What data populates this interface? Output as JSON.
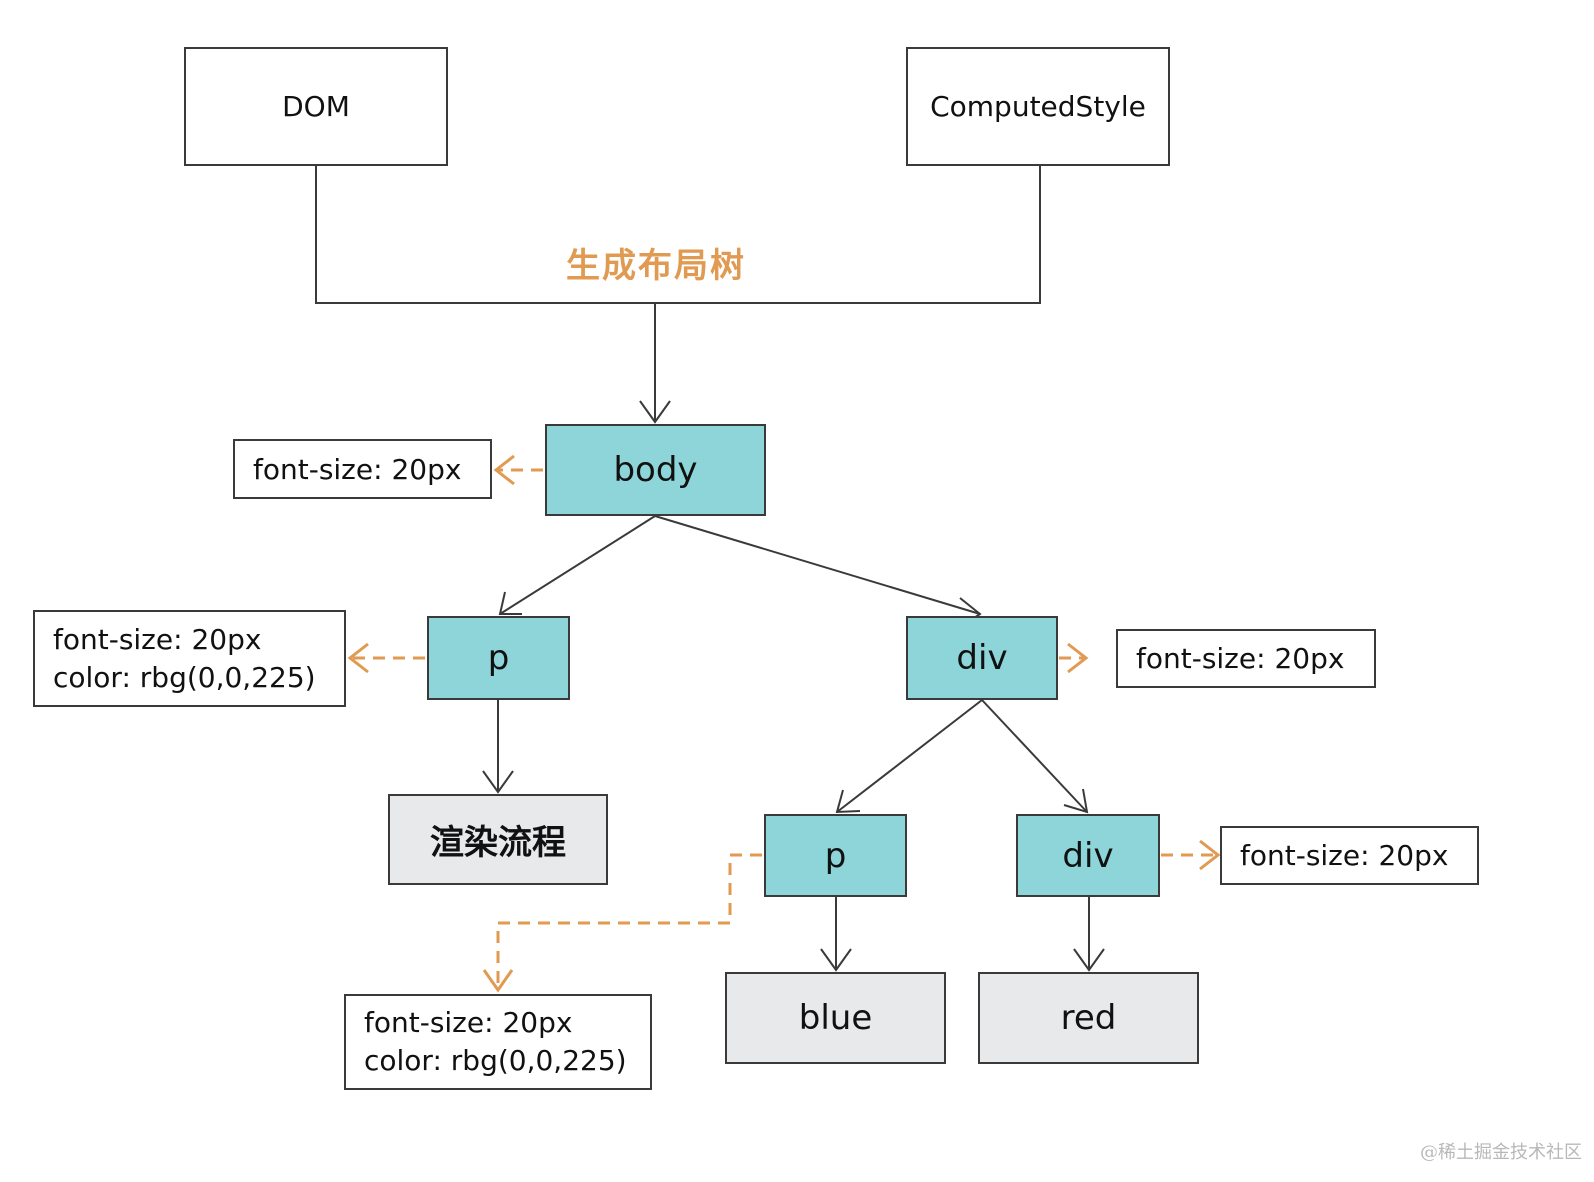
{
  "sources": {
    "dom": "DOM",
    "computed_style": "ComputedStyle"
  },
  "stage_label": "生成布局树",
  "nodes": {
    "body": "body",
    "p1": "p",
    "div1": "div",
    "p2": "p",
    "div2": "div"
  },
  "leaves": {
    "text1": "渲染流程",
    "text2": "blue",
    "text3": "red"
  },
  "styles": {
    "body": {
      "line1": "font-size: 20px"
    },
    "p1": {
      "line1": "font-size: 20px",
      "line2": "color: rbg(0,0,225)"
    },
    "div1": {
      "line1": "font-size: 20px"
    },
    "p2": {
      "line1": "font-size: 20px",
      "line2": "color: rbg(0,0,225)"
    },
    "div2": {
      "line1": "font-size: 20px"
    }
  },
  "watermark": "@稀土掘金技术社区",
  "colors": {
    "node_fill": "#8dd5d8",
    "leaf_fill": "#e8e9eb",
    "style_link": "#e09a52",
    "tree_link": "#3a3a3a"
  }
}
